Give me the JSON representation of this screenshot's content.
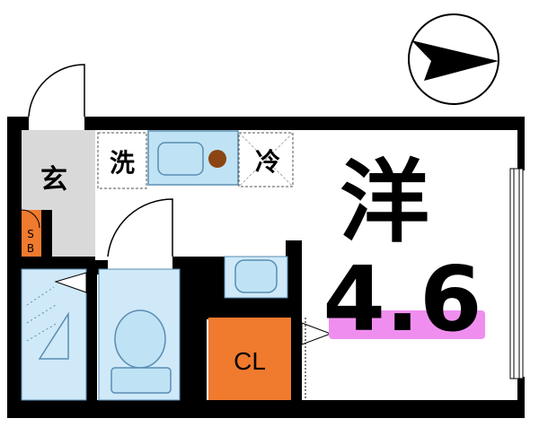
{
  "plan": {
    "entrance_label": "玄",
    "washer_label": "洗",
    "fridge_label": "冷",
    "shoebox_label": "SB",
    "closet_label": "CL",
    "room_type_label": "洋",
    "room_size": "4.6"
  },
  "compass": {
    "icon": "north-arrow-icon",
    "direction": "east"
  },
  "colors": {
    "wall": "#000000",
    "fixture_blue": "#bfe3f5",
    "fixture_stroke": "#5a8db3",
    "closet": "#f07a2e",
    "shoebox": "#f07a2e",
    "entrance_floor": "#d9d9d9",
    "size_highlight": "#f08ef0",
    "stove_burner": "#8b4513"
  }
}
